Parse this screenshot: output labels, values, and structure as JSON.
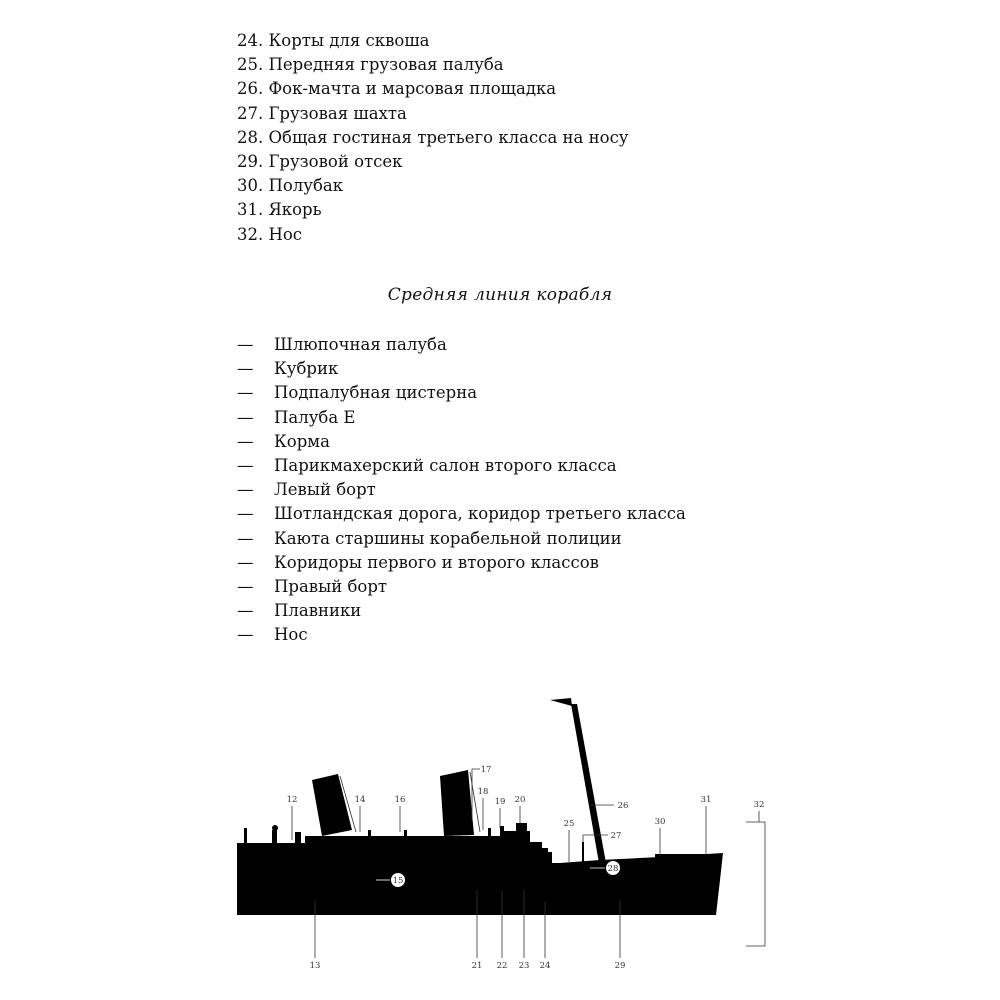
{
  "numbered_items": [
    "24. Корты для сквоша",
    "25. Передняя грузовая палуба",
    "26. Фок-мачта и марсовая площадка",
    "27. Грузовая шахта",
    "28. Общая гостиная третьего класса на носу",
    "29. Грузовой отсек",
    "30. Полубак",
    "31. Якорь",
    "32. Нос"
  ],
  "section_heading": "Средняя линия корабля",
  "dash_symbol": "—",
  "dash_items": [
    "Шлюпочная палуба",
    "Кубрик",
    "Подпалубная цистерна",
    "Палуба Е",
    "Корма",
    "Парикмахерский салон второго класса",
    "Левый борт",
    "Шотландская дорога, коридор третьего класса",
    "Каюта старшины корабельной полиции",
    "Коридоры первого и второго классов",
    "Правый борт",
    "Плавники",
    "Нос"
  ],
  "diagram": {
    "ship_color": "#000000",
    "callouts_top": [
      "12",
      "14",
      "16",
      "17",
      "18",
      "19",
      "20",
      "25",
      "26",
      "27",
      "30",
      "31",
      "32"
    ],
    "callouts_bottom": [
      "13",
      "21",
      "22",
      "23",
      "24",
      "29"
    ],
    "circle_labels": [
      "15",
      "28"
    ]
  }
}
